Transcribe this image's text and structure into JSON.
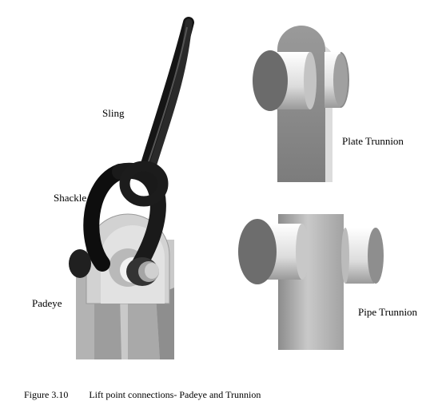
{
  "labels": {
    "sling": "Sling",
    "shackle": "Shackle",
    "padeye": "Padeye",
    "plate_trunnion": "Plate Trunnion",
    "pipe_trunnion": "Pipe Trunnion"
  },
  "caption": {
    "number": "Figure 3.10",
    "text": "Lift point connections- Padeye and Trunnion"
  }
}
